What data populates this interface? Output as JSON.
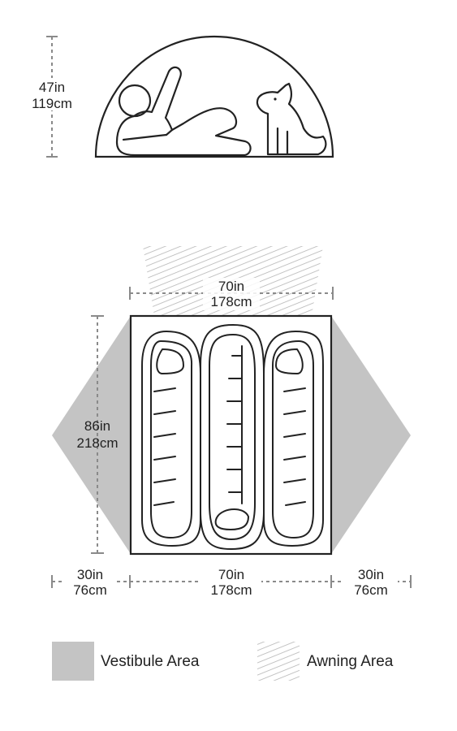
{
  "colors": {
    "ink": "#222222",
    "vestibule": "#c4c4c4",
    "awning_hatch": "#b5b5b5",
    "dim_line": "#8a8a8a",
    "background": "#ffffff"
  },
  "side_view": {
    "height_in": "47in",
    "height_cm": "119cm",
    "figures": [
      "reclining-person-icon",
      "sitting-dog-icon"
    ]
  },
  "floor_plan": {
    "width_top_in": "70in",
    "width_top_cm": "178cm",
    "length_in": "86in",
    "length_cm": "218cm",
    "left_vestibule_in": "30in",
    "left_vestibule_cm": "76cm",
    "floor_width_in": "70in",
    "floor_width_cm": "178cm",
    "right_vestibule_in": "30in",
    "right_vestibule_cm": "76cm",
    "sleeping_bags": 3
  },
  "legend": {
    "vestibule_label": "Vestibule Area",
    "awning_label": "Awning Area"
  }
}
